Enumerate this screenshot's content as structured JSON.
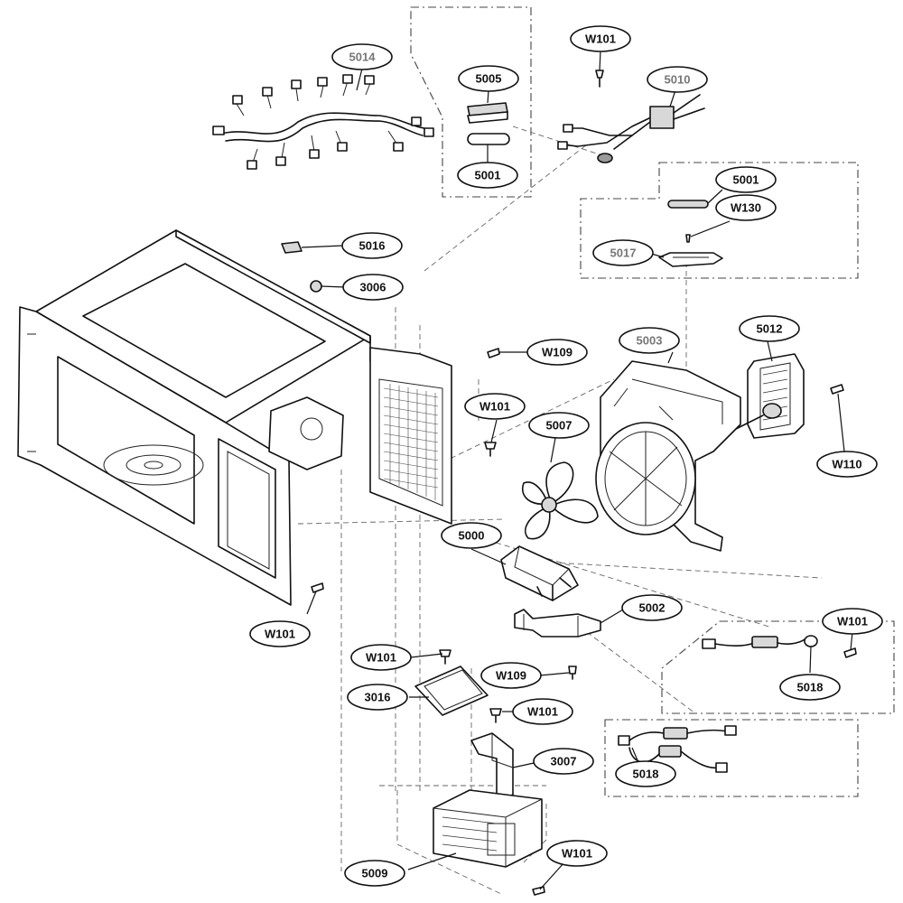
{
  "callouts": [
    {
      "id": "c-5014",
      "label": "5014",
      "grey": true
    },
    {
      "id": "c-5005",
      "label": "5005",
      "grey": false
    },
    {
      "id": "c-5001a",
      "label": "5001",
      "grey": false
    },
    {
      "id": "c-w101-top",
      "label": "W101",
      "grey": false
    },
    {
      "id": "c-5010",
      "label": "5010",
      "grey": true
    },
    {
      "id": "c-5001b",
      "label": "5001",
      "grey": false
    },
    {
      "id": "c-w130",
      "label": "W130",
      "grey": false
    },
    {
      "id": "c-5017",
      "label": "5017",
      "grey": true
    },
    {
      "id": "c-5016",
      "label": "5016",
      "grey": false
    },
    {
      "id": "c-3006",
      "label": "3006",
      "grey": false
    },
    {
      "id": "c-w109a",
      "label": "W109",
      "grey": false
    },
    {
      "id": "c-5003",
      "label": "5003",
      "grey": true
    },
    {
      "id": "c-5012",
      "label": "5012",
      "grey": false
    },
    {
      "id": "c-w101-mid",
      "label": "W101",
      "grey": false
    },
    {
      "id": "c-5007",
      "label": "5007",
      "grey": false
    },
    {
      "id": "c-w110",
      "label": "W110",
      "grey": false
    },
    {
      "id": "c-5000",
      "label": "5000",
      "grey": false
    },
    {
      "id": "c-w101-left",
      "label": "W101",
      "grey": false
    },
    {
      "id": "c-5002",
      "label": "5002",
      "grey": false
    },
    {
      "id": "c-w101-right",
      "label": "W101",
      "grey": false
    },
    {
      "id": "c-w101-bracket",
      "label": "W101",
      "grey": false
    },
    {
      "id": "c-w109b",
      "label": "W109",
      "grey": false
    },
    {
      "id": "c-5018a",
      "label": "5018",
      "grey": false
    },
    {
      "id": "c-3016",
      "label": "3016",
      "grey": false
    },
    {
      "id": "c-w101-lower",
      "label": "W101",
      "grey": false
    },
    {
      "id": "c-3007",
      "label": "3007",
      "grey": false
    },
    {
      "id": "c-5018b",
      "label": "5018",
      "grey": false
    },
    {
      "id": "c-5009",
      "label": "5009",
      "grey": false
    },
    {
      "id": "c-w101-bottom",
      "label": "W101",
      "grey": false
    }
  ],
  "colors": {
    "line": "#111111",
    "grey_label": "#777777",
    "background": "#ffffff"
  }
}
